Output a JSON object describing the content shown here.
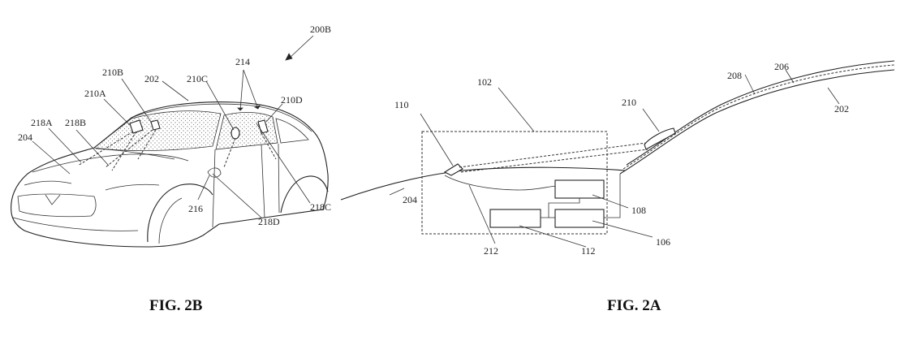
{
  "figures": {
    "left_caption": "FIG. 2B",
    "right_caption": "FIG. 2A"
  },
  "fig2b_labels": {
    "l200B": "200B",
    "l214": "214",
    "l210B": "210B",
    "l202": "202",
    "l210C": "210C",
    "l210A": "210A",
    "l210D": "210D",
    "l218A": "218A",
    "l218B": "218B",
    "l204": "204",
    "l216": "216",
    "l218D": "218D",
    "l218C": "218C"
  },
  "fig2a_labels": {
    "l102": "102",
    "l110": "110",
    "l210": "210",
    "l208": "208",
    "l206": "206",
    "l202": "202",
    "l204": "204",
    "l108": "108",
    "l106": "106",
    "l212": "212",
    "l112": "112"
  }
}
